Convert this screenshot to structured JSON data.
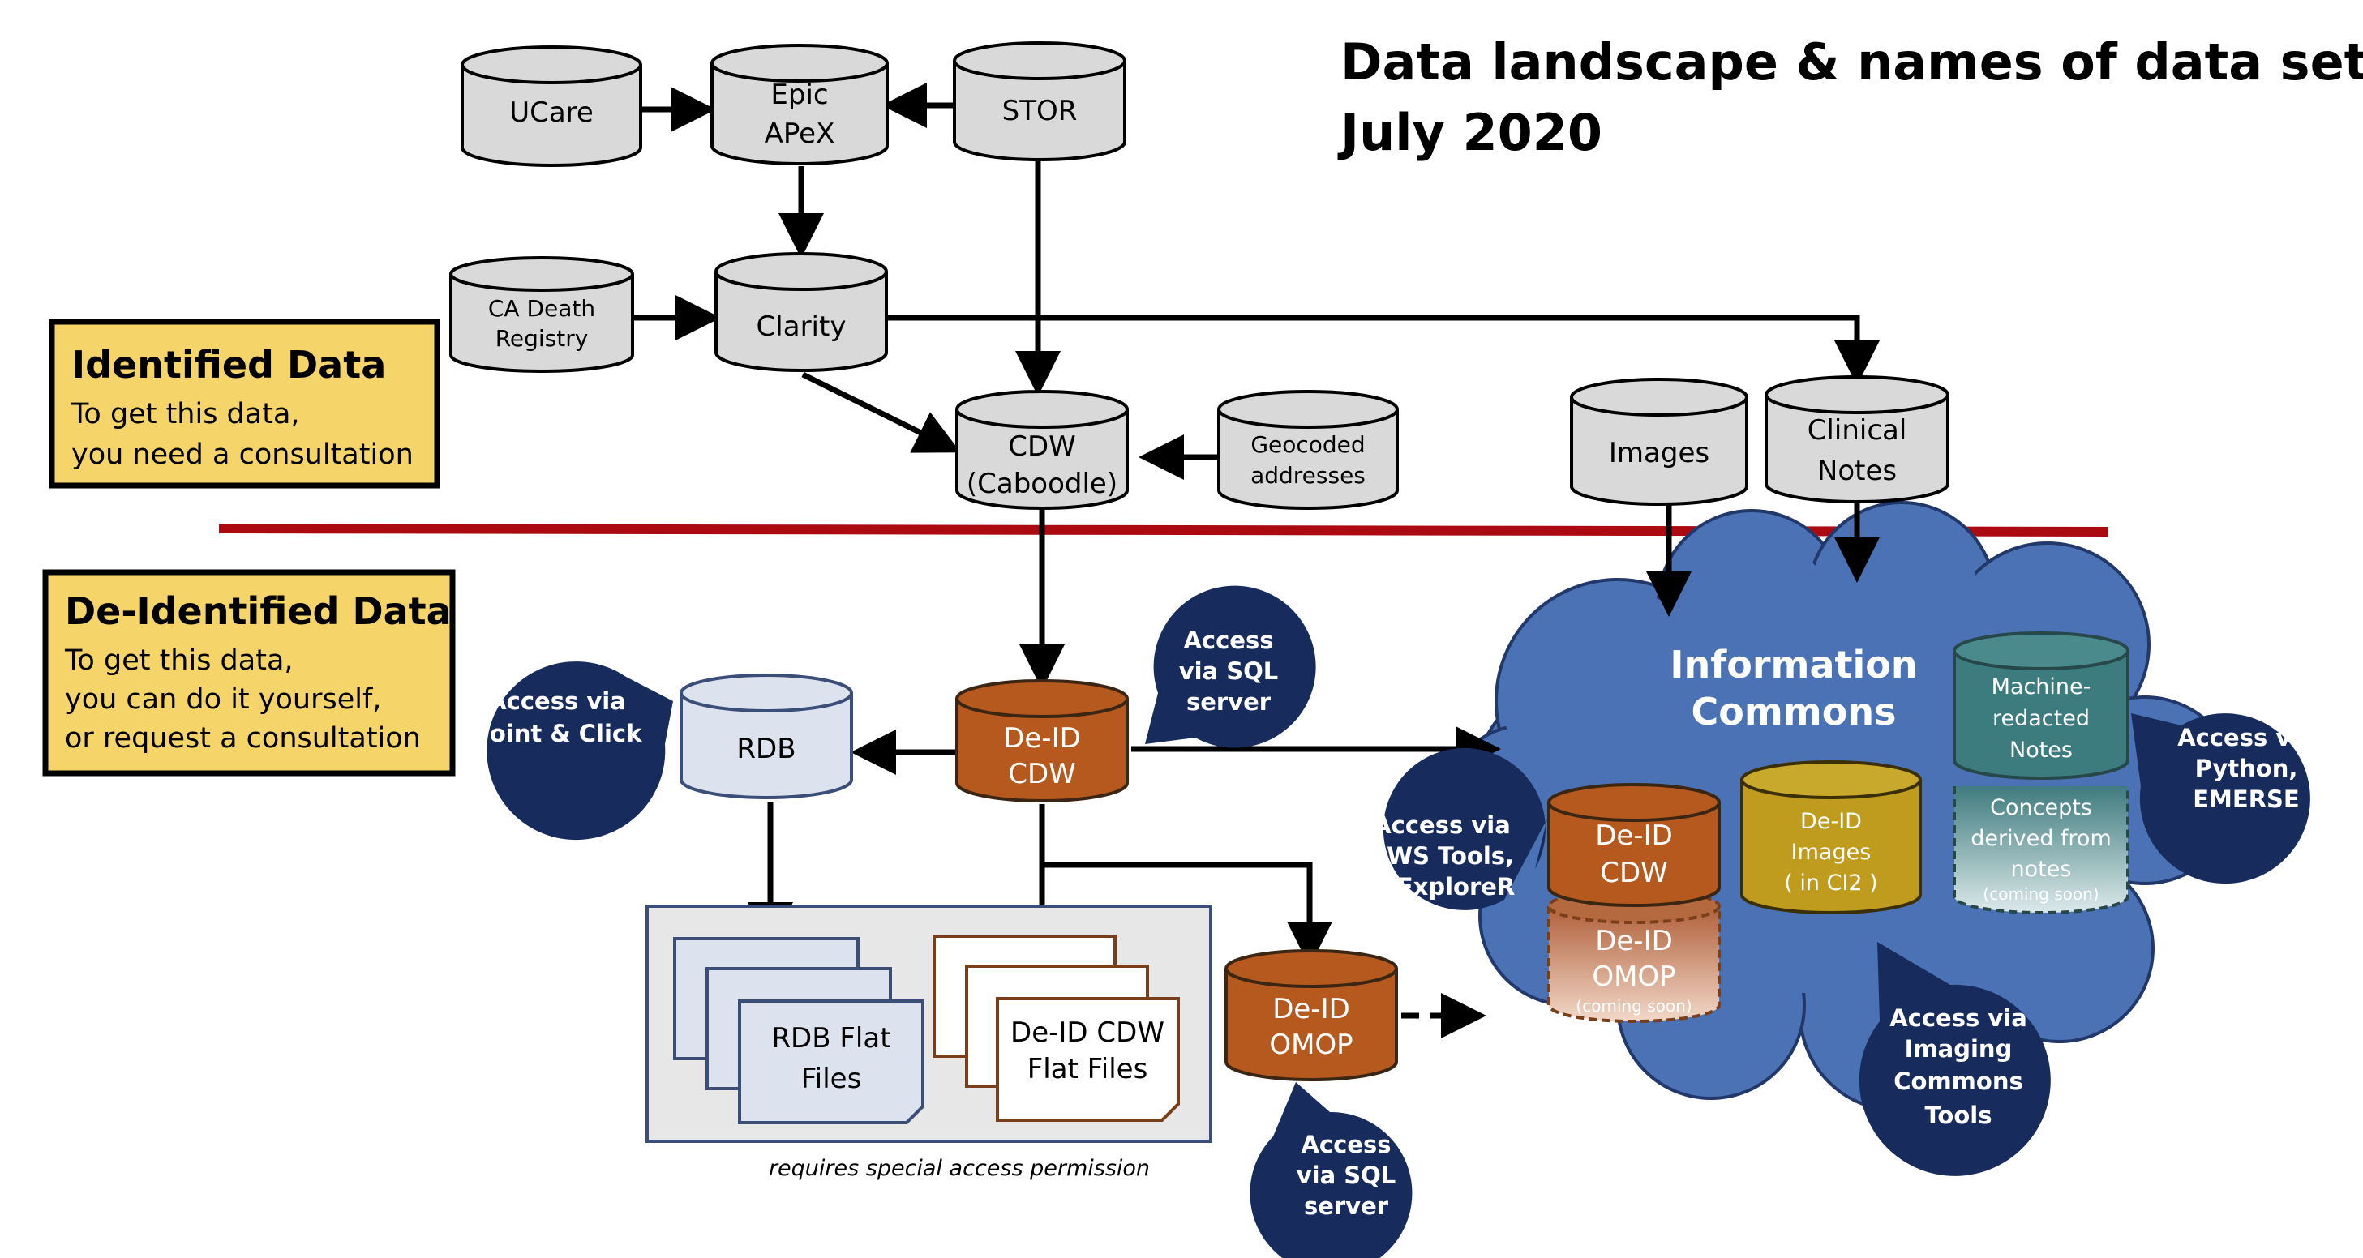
{
  "title": {
    "line1": "Data landscape & names of data sets",
    "line2": "July 2020"
  },
  "legend_identified": {
    "heading": "Identified Data",
    "line1": "To get this data,",
    "line2": "you need a consultation"
  },
  "legend_deidentified": {
    "heading": "De-Identified Data",
    "line1": "To get this data,",
    "line2": "you can do it yourself,",
    "line3": "or request a consultation"
  },
  "sources": {
    "ucare": "UCare",
    "epic_1": "Epic",
    "epic_2": "APeX",
    "stor": "STOR",
    "death_1": "CA Death",
    "death_2": "Registry",
    "clarity": "Clarity",
    "cdw_1": "CDW",
    "cdw_2": "(Caboodle)",
    "geo_1": "Geocoded",
    "geo_2": "addresses",
    "images": "Images",
    "notes_1": "Clinical",
    "notes_2": "Notes"
  },
  "deid": {
    "rdb": "RDB",
    "cdw_1": "De-ID",
    "cdw_2": "CDW",
    "omop_1": "De-ID",
    "omop_2": "OMOP",
    "rdb_files_1": "RDB Flat",
    "rdb_files_2": "Files",
    "cdw_files_1": "De-ID CDW",
    "cdw_files_2": "Flat Files",
    "special_access": "requires special access permission"
  },
  "commons": {
    "title_1": "Information",
    "title_2": "Commons",
    "cdw_1": "De-ID",
    "cdw_2": "CDW",
    "omop_1": "De-ID",
    "omop_2": "OMOP",
    "omop_3": "(coming soon)",
    "images_1": "De-ID",
    "images_2": "Images",
    "images_3": "( in CI2 )",
    "notes_1": "Machine-",
    "notes_2": "redacted",
    "notes_3": "Notes",
    "concepts_1": "Concepts",
    "concepts_2": "derived from",
    "concepts_3": "notes",
    "concepts_4": "(coming soon)"
  },
  "access": {
    "point_click_1": "Access via",
    "point_click_2": "Point & Click",
    "sql_top_1": "Access",
    "sql_top_2": "via SQL",
    "sql_top_3": "server",
    "aws_1": "Access via",
    "aws_2": "AWS Tools,",
    "aws_3": "PtExploreR",
    "python_1": "Access via",
    "python_2": "Python,",
    "python_3": "EMERSE",
    "imaging_1": "Access via",
    "imaging_2": "Imaging",
    "imaging_3": "Commons",
    "imaging_4": "Tools",
    "sql_bottom_1": "Access",
    "sql_bottom_2": "via SQL",
    "sql_bottom_3": "server"
  },
  "colors": {
    "cylinder_gray": "#d9d9d9",
    "cylinder_light_blue": "#dde3ee",
    "deid_orange": "#b5591f",
    "cloud_blue": "#4a72b4",
    "access_navy": "#172b5c",
    "legend_yellow": "#f5d56a",
    "divider_red": "#aa0a10",
    "images_gold": "#bf9c1d",
    "notes_teal": "#3c7c7f"
  }
}
